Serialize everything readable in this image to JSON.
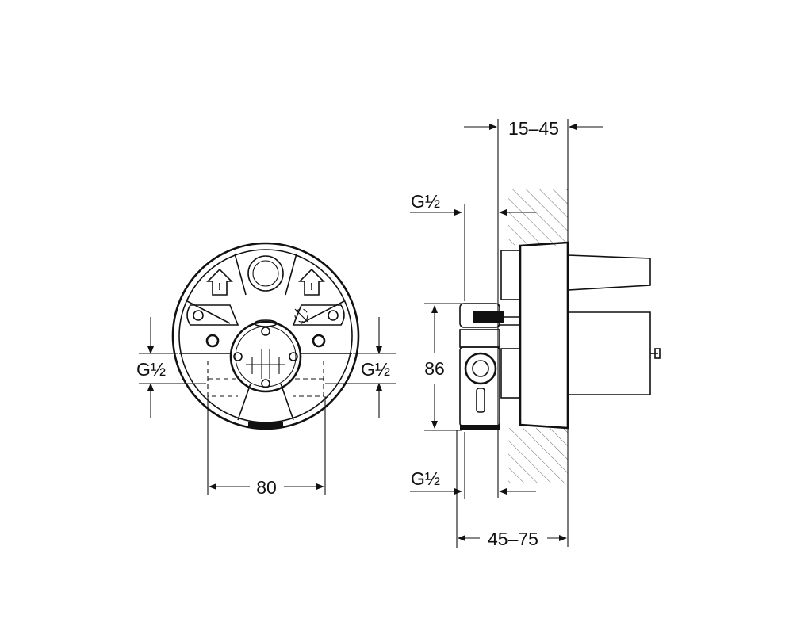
{
  "front_view": {
    "thread_left": "G½",
    "thread_right": "G½",
    "width_dimension": "80"
  },
  "side_view": {
    "wall_depth_dimension": "15–45",
    "thread_top": "G½",
    "height_dimension": "86",
    "thread_bottom": "G½",
    "install_depth_dimension": "45–75"
  }
}
